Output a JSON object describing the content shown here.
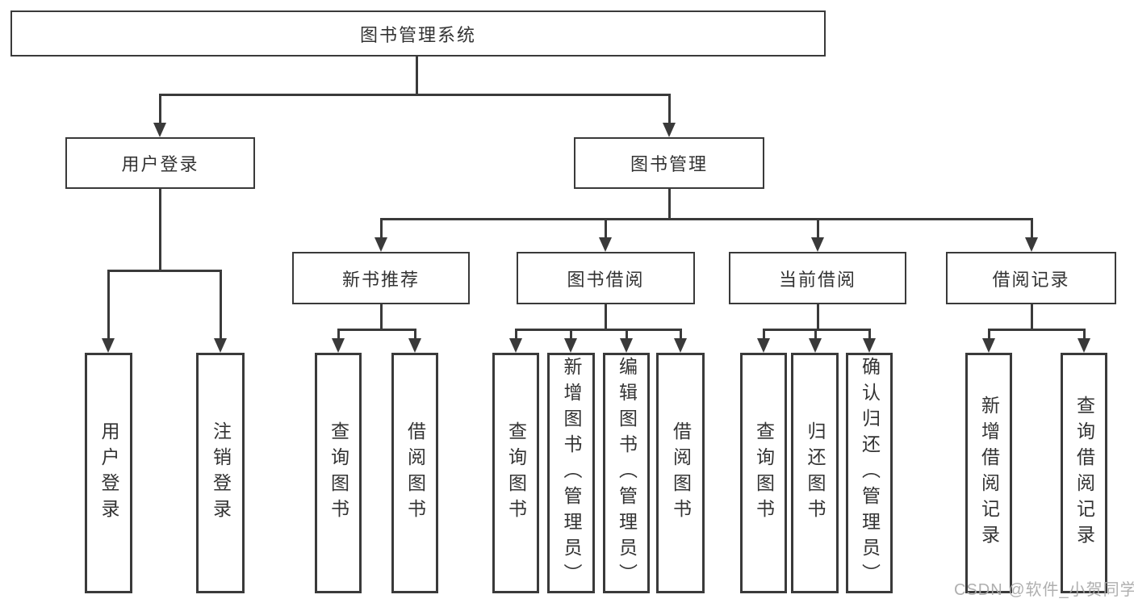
{
  "diagram_title": "图书管理系统",
  "watermark": "CSDN @软件_小贺同学",
  "colors": {
    "line": "#3a3a3a",
    "text": "#333333",
    "background": "#ffffff",
    "watermark": "#a8a8a8"
  },
  "nodes": {
    "root": "图书管理系统",
    "user_login": "用户登录",
    "book_mgmt": "图书管理",
    "new_book_rec": "新书推荐",
    "book_borrow": "图书借阅",
    "current_borrow": "当前借阅",
    "borrow_records": "借阅记录",
    "ul_user_login": "用户登录",
    "ul_logout": "注销登录",
    "nr_query_book": "查询图书",
    "nr_borrow_book": "借阅图书",
    "bb_query_book": "查询图书",
    "bb_add_book": "新增图书（管理员）",
    "bb_edit_book": "编辑图书（管理员）",
    "bb_borrow_book": "借阅图书",
    "cb_query_book": "查询图书",
    "cb_return_book": "归还图书",
    "cb_confirm_return": "确认归还（管理员）",
    "br_add_record": "新增借阅记录",
    "br_query_record": "查询借阅记录"
  },
  "hierarchy": {
    "root": "图书管理系统",
    "children": [
      {
        "label": "用户登录",
        "children": [
          "用户登录",
          "注销登录"
        ]
      },
      {
        "label": "图书管理",
        "children": [
          {
            "label": "新书推荐",
            "children": [
              "查询图书",
              "借阅图书"
            ]
          },
          {
            "label": "图书借阅",
            "children": [
              "查询图书",
              "新增图书（管理员）",
              "编辑图书（管理员）",
              "借阅图书"
            ]
          },
          {
            "label": "当前借阅",
            "children": [
              "查询图书",
              "归还图书",
              "确认归还（管理员）"
            ]
          },
          {
            "label": "借阅记录",
            "children": [
              "新增借阅记录",
              "查询借阅记录"
            ]
          }
        ]
      }
    ]
  }
}
